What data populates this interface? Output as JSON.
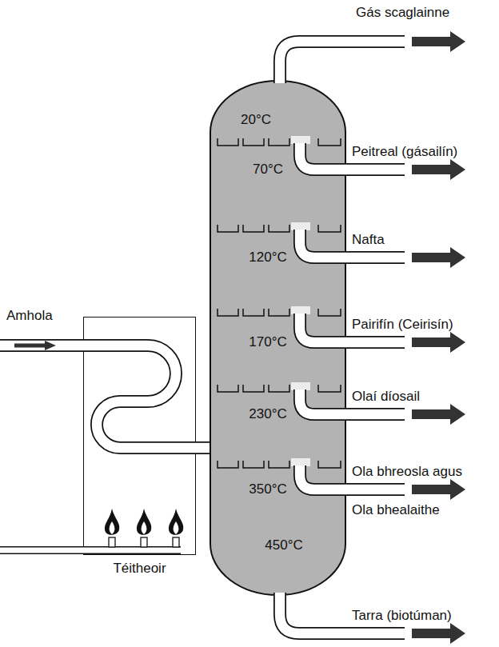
{
  "diagram": {
    "nodes": [
      {
        "text": [
          "20°C",
          "70°C",
          "120°C",
          "170°C",
          "230°C",
          "350°C",
          "450°C"
        ]
      },
      {
        "text": [
          "Téitheoir"
        ]
      }
    ],
    "edges": [
      {
        "from": 1,
        "to": 0,
        "arrow": "none"
      }
    ],
    "labels": [
      "Gás scaglainne",
      "Peitreal (gásailín)",
      "Nafta",
      "Pairifín (Ceirisín)",
      "Olaí díosail",
      "Ola bhreosla agus Ola bhealaithe",
      "Amhola",
      "Tarra (biotúman)"
    ]
  }
}
